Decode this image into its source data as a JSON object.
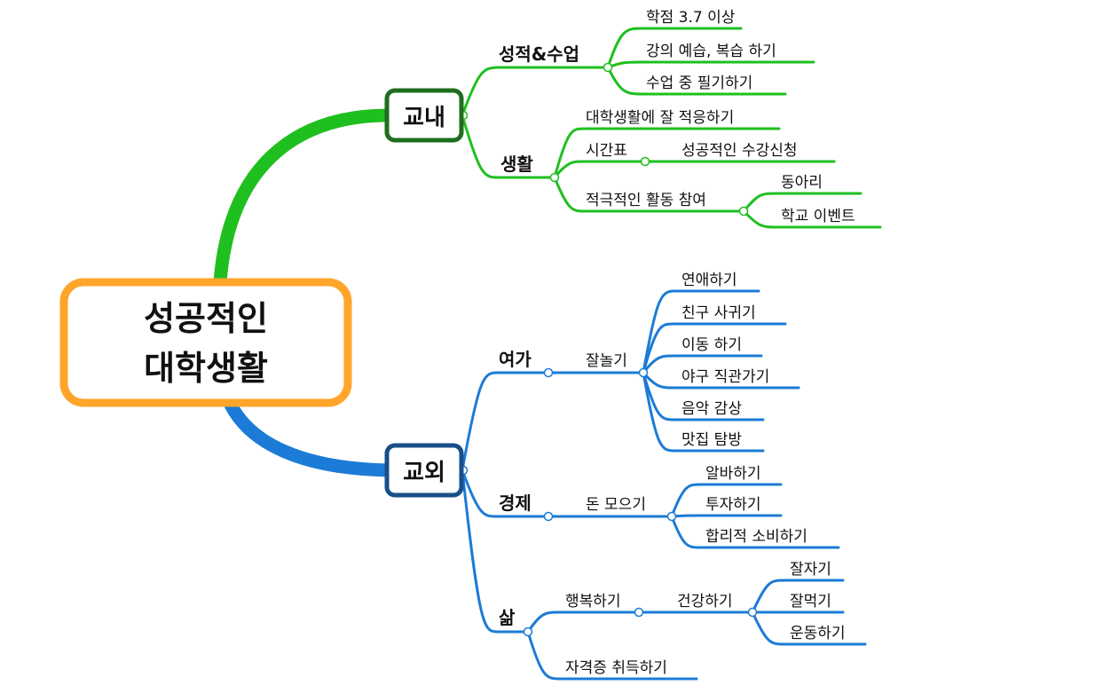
{
  "root": {
    "line1": "성공적인",
    "line2": "대학생활"
  },
  "colors": {
    "green": "#1fbf1f",
    "blue": "#1c7bd6",
    "orange": "#ffa52b",
    "dark_green": "#1f6e1f",
    "dark_blue": "#184f8a"
  },
  "branches": {
    "campus": {
      "label": "교내",
      "grades": {
        "label": "성적&수업",
        "items": [
          "학점 3.7 이상",
          "강의 예습, 복습 하기",
          "수업 중 필기하기"
        ]
      },
      "life": {
        "label": "생활",
        "adapt": "대학생활에 잘 적응하기",
        "timetable": {
          "label": "시간표",
          "child": "성공적인 수강신청"
        },
        "activity": {
          "label": "적극적인 활동 참여",
          "items": [
            "동아리",
            "학교 이벤트"
          ]
        }
      }
    },
    "outside": {
      "label": "교외",
      "leisure": {
        "label": "여가",
        "sub": "잘놀기",
        "items": [
          "연애하기",
          "친구 사귀기",
          "이동 하기",
          "야구 직관가기",
          "음악 감상",
          "맛집 탐방"
        ]
      },
      "economy": {
        "label": "경제",
        "sub": "돈 모으기",
        "items": [
          "알바하기",
          "투자하기",
          "합리적 소비하기"
        ]
      },
      "living": {
        "label": "삶",
        "happy": {
          "label": "행복하기",
          "health": {
            "label": "건강하기",
            "items": [
              "잘자기",
              "잘먹기",
              "운동하기"
            ]
          }
        },
        "cert": "자격증 취득하기"
      }
    }
  }
}
